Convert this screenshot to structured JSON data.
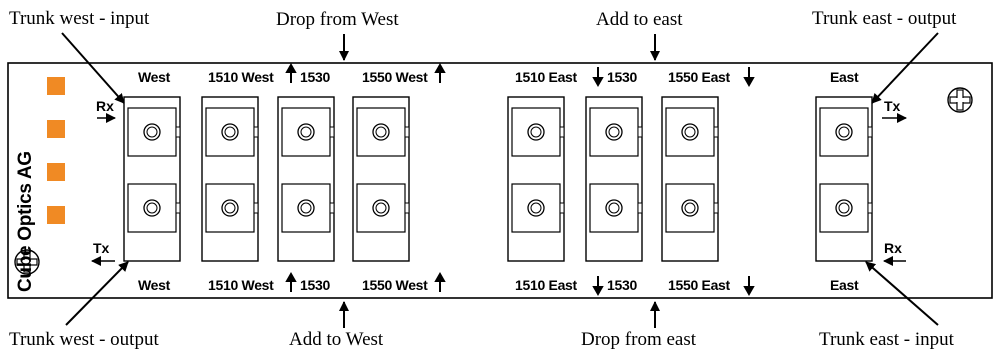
{
  "callouts": {
    "trunk_west_input": "Trunk west - input",
    "drop_from_west": "Drop from West",
    "add_to_east": "Add to east",
    "trunk_east_output": "Trunk east - output",
    "trunk_west_output": "Trunk west - output",
    "add_to_west": "Add to West",
    "drop_from_east": "Drop from east",
    "trunk_east_input": "Trunk east - input"
  },
  "panel": {
    "brand": "Cube Optics AG",
    "accent_color": "#f08a24",
    "rx_left": "Rx",
    "tx_left": "Tx",
    "tx_right": "Tx",
    "rx_right": "Rx"
  },
  "port_labels_top": {
    "west": "West",
    "w1510": "1510 West",
    "w1530": "1530",
    "w1550": "1550 West",
    "e1510": "1510 East",
    "e1530": "1530",
    "e1550": "1550 East",
    "east": "East"
  },
  "port_labels_bottom": {
    "west": "West",
    "w1510": "1510 West",
    "w1530": "1530",
    "w1550": "1550 West",
    "e1510": "1510 East",
    "e1530": "1530",
    "e1550": "1550 East",
    "east": "East"
  }
}
